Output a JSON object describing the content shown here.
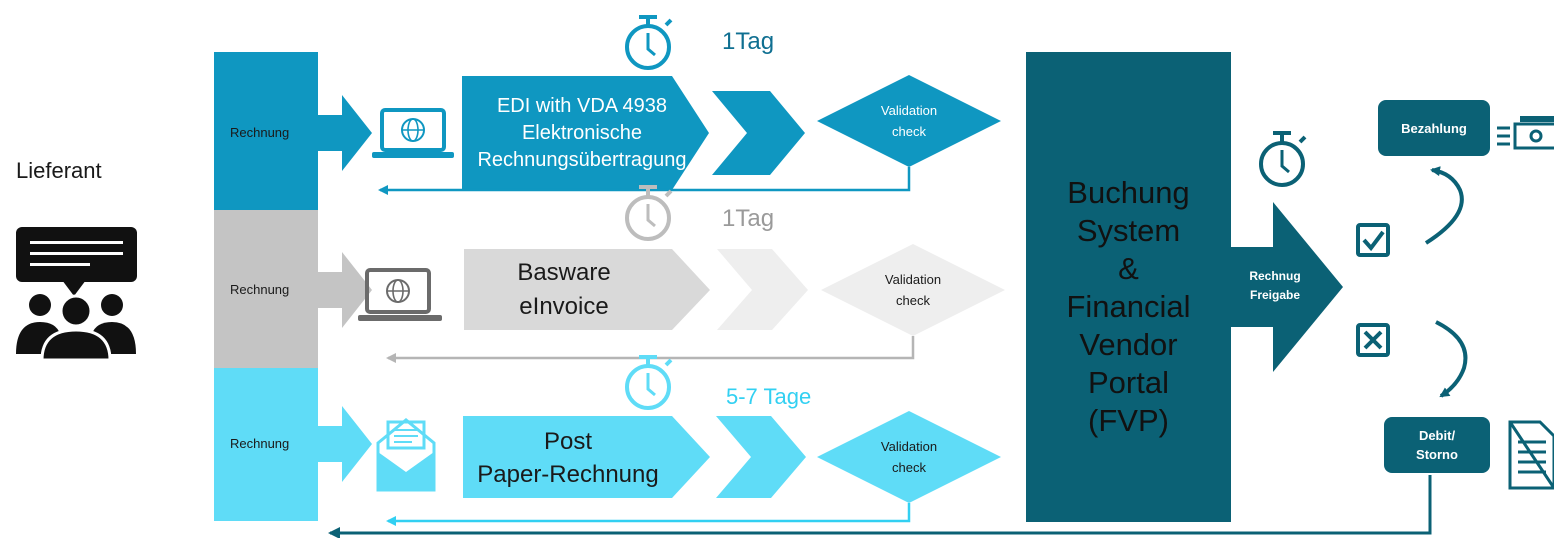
{
  "supplier": {
    "label": "Lieferant"
  },
  "lanes": [
    {
      "rechnung": "Rechnung",
      "duration": "1Tag",
      "process_lines": [
        "EDI with VDA 4938",
        "Elektronische",
        "Rechnungsübertragung"
      ],
      "validation_lines": [
        "Validation",
        "check"
      ],
      "color": "#0f97c1"
    },
    {
      "rechnung": "Rechnung",
      "duration": "1Tag",
      "process_lines": [
        "Basware",
        "eInvoice"
      ],
      "validation_lines": [
        "Validation",
        "check"
      ],
      "color": "#c4c4c4"
    },
    {
      "rechnung": "Rechnung",
      "duration": "5-7 Tage",
      "process_lines": [
        "Post",
        "Paper-Rechnung"
      ],
      "validation_lines": [
        "Validation",
        "check"
      ],
      "color": "#5fdcf7"
    }
  ],
  "system": {
    "lines": [
      "Buchung",
      "System",
      "&",
      "Financial",
      "Vendor",
      "Portal",
      "(FVP)"
    ],
    "color": "#0b6175"
  },
  "release": {
    "lines": [
      "Rechnug",
      "Freigabe"
    ]
  },
  "outcomes": {
    "payment": "Bezahlung",
    "debit_lines": [
      "Debit/",
      "Storno"
    ]
  },
  "icons": {
    "supplier": "supplier-group-icon",
    "timer": "stopwatch-icon",
    "laptop": "laptop-globe-icon",
    "mail": "envelope-letter-icon",
    "approve": "checkbox-check-icon",
    "reject": "checkbox-x-icon",
    "money": "cash-icon",
    "document": "document-cancel-icon"
  }
}
